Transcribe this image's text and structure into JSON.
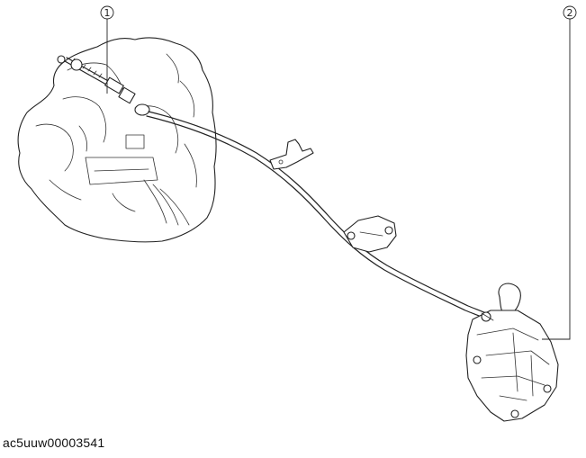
{
  "callouts": [
    {
      "number": "1"
    },
    {
      "number": "2"
    }
  ],
  "figure_code": "ac5uuw00003541"
}
